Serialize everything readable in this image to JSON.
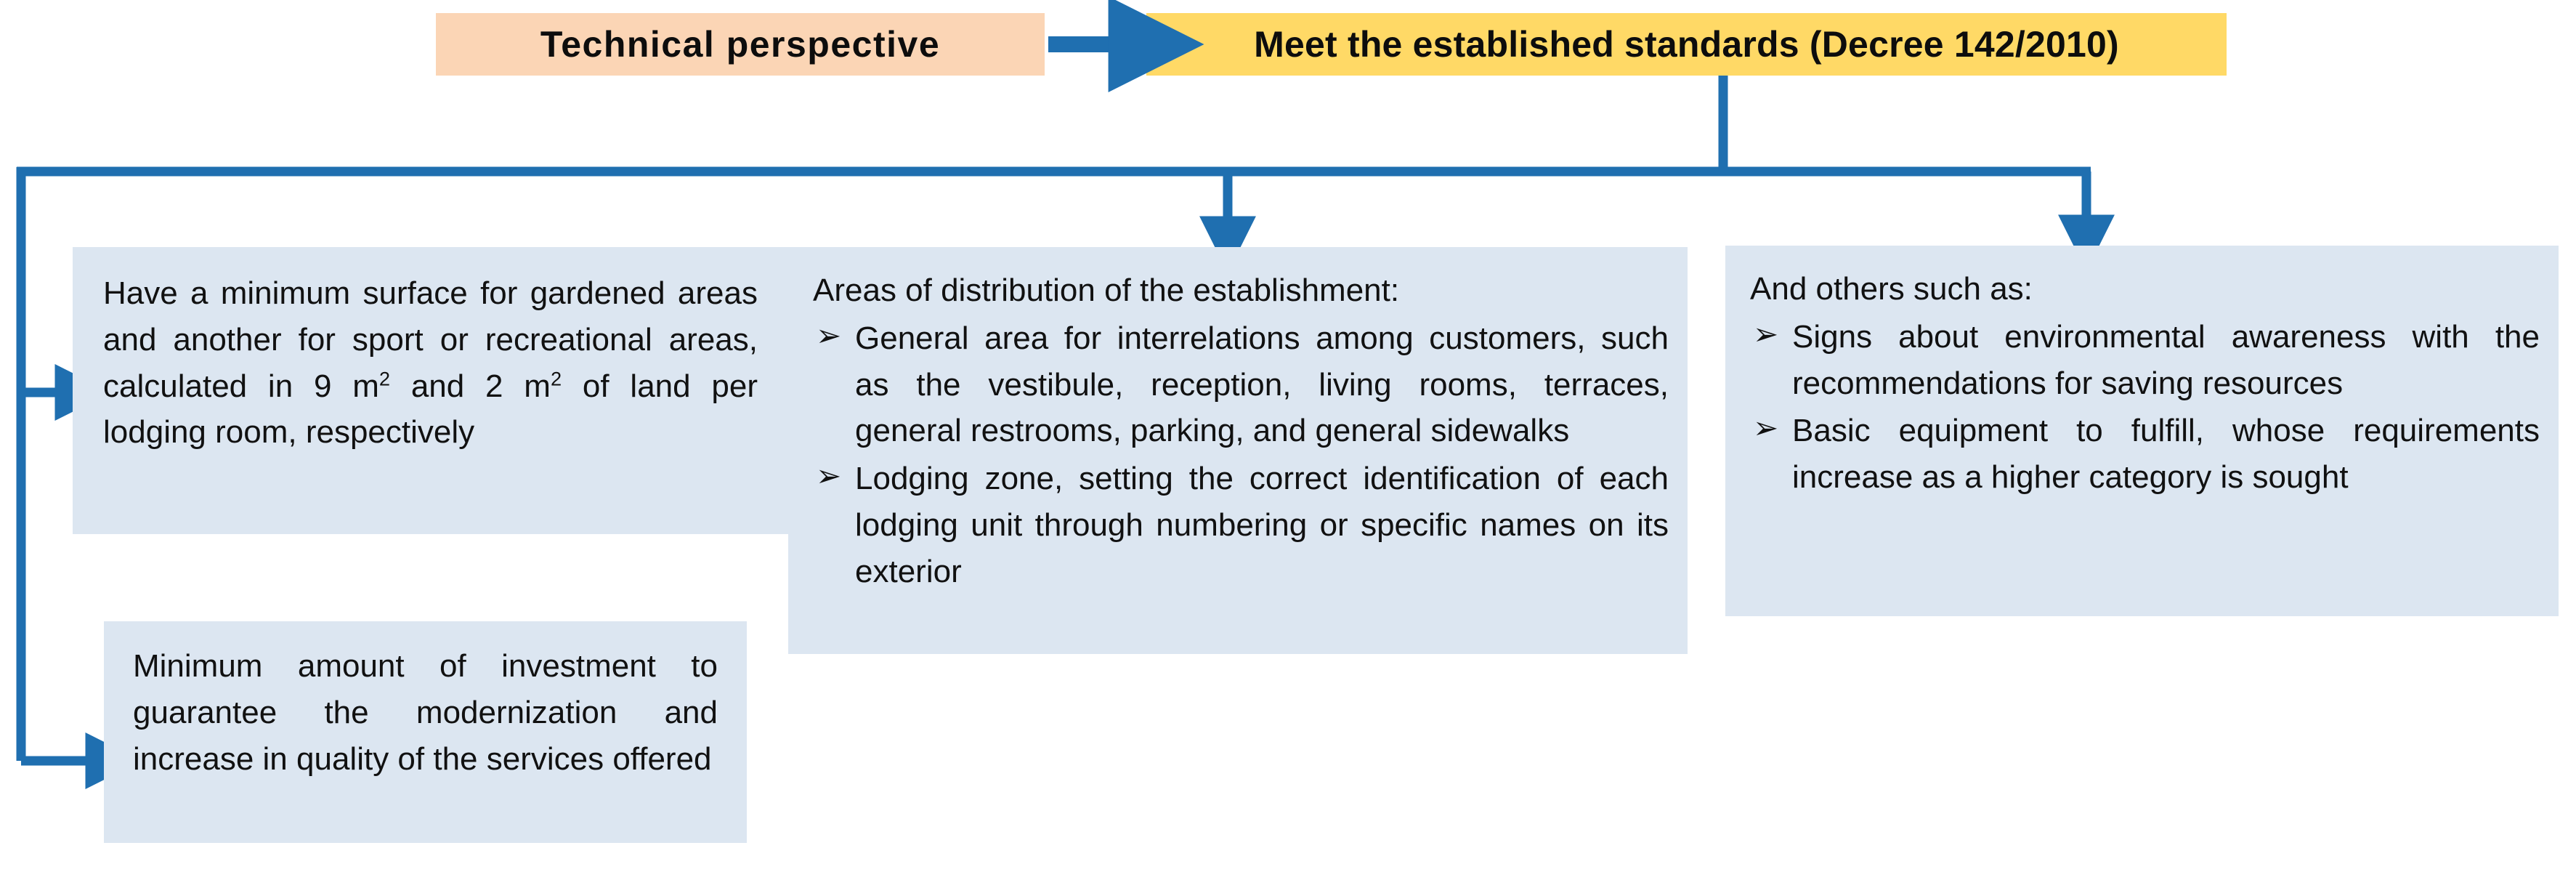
{
  "header": {
    "perspective_box": {
      "label": "Technical  perspective",
      "bg_color": "#fbd5b5"
    },
    "standards_box": {
      "label": "Meet the established standards (Decree 142/2010)",
      "bg_color": "#ffd966"
    },
    "arrow_color": "#1f6fb0"
  },
  "boxes": {
    "surface": {
      "text_before_sup1": "Have a minimum surface for gardened areas and another for sport or recreational areas, calculated in 9 m",
      "sup1": "2",
      "text_between": " and 2 m",
      "sup2": "2",
      "text_after": " of land per lodging room, respectively",
      "bg_color": "#dce6f1"
    },
    "investment": {
      "text": "Minimum amount of investment to guarantee the modernization and increase in quality of the services offered",
      "bg_color": "#dce6f1"
    },
    "areas": {
      "heading": "Areas of distribution of the establishment:",
      "bullet_marker": "➢",
      "bullets": [
        "General area for interrelations among customers, such as the vestibule, reception, living rooms, terraces, general restrooms, parking, and general sidewalks",
        "Lodging zone, setting the correct identification of each lodging unit through numbering or specific names on its exterior"
      ],
      "bg_color": "#dce6f1"
    },
    "others": {
      "heading": "And others such as:",
      "bullet_marker": "➢",
      "bullets": [
        "Signs about environmental awareness with the recommendations for saving resources",
        "Basic equipment to fulfill, whose requirements increase as a higher category is sought"
      ],
      "bg_color": "#dce6f1"
    }
  },
  "connectors": {
    "line_color": "#1f6fb0",
    "names": [
      "standards-to-trunk",
      "trunk-horizontal",
      "trunk-left-down",
      "arrow-to-surface",
      "arrow-to-investment",
      "arrow-to-areas",
      "arrow-to-others"
    ]
  }
}
